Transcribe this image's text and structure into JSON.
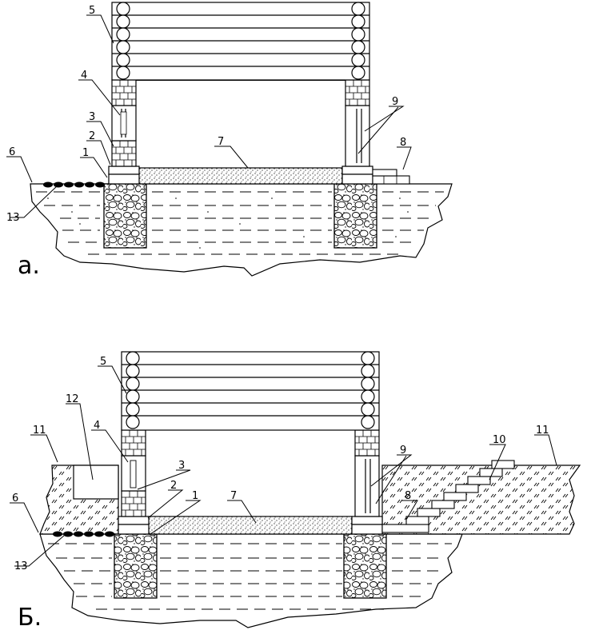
{
  "figures": [
    {
      "caption": "a.",
      "labels": [
        {
          "id": "label-5",
          "text": "5"
        },
        {
          "id": "label-4",
          "text": "4"
        },
        {
          "id": "label-3",
          "text": "3"
        },
        {
          "id": "label-2",
          "text": "2"
        },
        {
          "id": "label-1",
          "text": "1"
        },
        {
          "id": "label-6",
          "text": "6"
        },
        {
          "id": "label-7",
          "text": "7"
        },
        {
          "id": "label-8",
          "text": "8"
        },
        {
          "id": "label-9",
          "text": "9"
        },
        {
          "id": "label-13",
          "text": "13"
        }
      ]
    },
    {
      "caption": "Б.",
      "labels": [
        {
          "id": "label-5",
          "text": "5"
        },
        {
          "id": "label-12",
          "text": "12"
        },
        {
          "id": "label-11-left",
          "text": "11"
        },
        {
          "id": "label-4",
          "text": "4"
        },
        {
          "id": "label-3",
          "text": "3"
        },
        {
          "id": "label-2",
          "text": "2"
        },
        {
          "id": "label-1",
          "text": "1"
        },
        {
          "id": "label-6",
          "text": "6"
        },
        {
          "id": "label-7",
          "text": "7"
        },
        {
          "id": "label-8",
          "text": "8"
        },
        {
          "id": "label-9",
          "text": "9"
        },
        {
          "id": "label-10",
          "text": "10"
        },
        {
          "id": "label-11-right",
          "text": "11"
        },
        {
          "id": "label-13",
          "text": "13"
        }
      ]
    }
  ]
}
